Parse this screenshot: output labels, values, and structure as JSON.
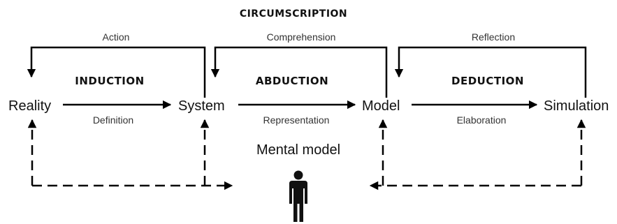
{
  "title": "CIRCUMSCRIPTION",
  "phases": {
    "induction": "INDUCTION",
    "abduction": "ABDUCTION",
    "deduction": "DEDUCTION"
  },
  "nodes": {
    "reality": "Reality",
    "system": "System",
    "model": "Model",
    "simulation": "Simulation"
  },
  "forward_edges": {
    "definition": "Definition",
    "representation": "Representation",
    "elaboration": "Elaboration"
  },
  "feedback_edges": {
    "action": "Action",
    "comprehension": "Comprehension",
    "reflection": "Reflection"
  },
  "mental_model": "Mental model",
  "icons": {
    "person": "person-icon"
  }
}
